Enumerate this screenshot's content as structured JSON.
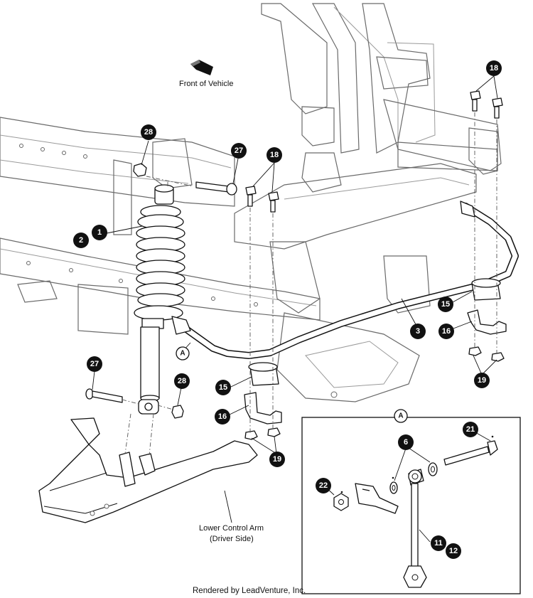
{
  "diagram": {
    "front_label": "Front of Vehicle",
    "lower_arm_line1": "Lower Control Arm",
    "lower_arm_line2": "(Driver Side)",
    "footer": "Rendered by LeadVenture, Inc.",
    "detail_letter": "A",
    "callouts": [
      "1",
      "2",
      "3",
      "6",
      "11",
      "12",
      "15",
      "16",
      "18",
      "19",
      "21",
      "22",
      "27",
      "28"
    ]
  },
  "colors": {
    "ink": "#111111",
    "frame": "#6a6a6a",
    "background": "#ffffff"
  },
  "icons": [
    "direction-arrow-icon"
  ]
}
